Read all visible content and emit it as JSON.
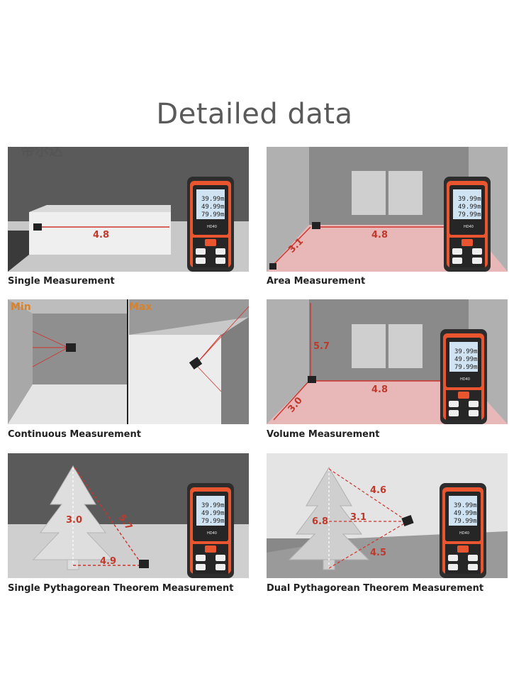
{
  "title": "Detailed data",
  "watermark": "帝尔达",
  "device": {
    "model": "HD40",
    "readings": [
      "39.99m",
      "49.99m",
      "79.99m"
    ],
    "accent_color": "#e8552f",
    "lcd_color": "#cfe3f2"
  },
  "panels": [
    {
      "caption": "Single Measurement",
      "measure": "4.8"
    },
    {
      "caption": "Area Measurement",
      "length": "4.8",
      "width": "3.1"
    },
    {
      "caption": "Continuous Measurement",
      "min_label": "Min",
      "max_label": "Max"
    },
    {
      "caption": "Volume Measurement",
      "height": "5.7",
      "length": "4.8",
      "width": "3.0"
    },
    {
      "caption": "Single Pythagorean Theorem Measurement",
      "height": "3.0",
      "hyp": "5.7",
      "base": "4.9"
    },
    {
      "caption": "Dual Pythagorean Theorem Measurement",
      "height": "6.8",
      "mid": "3.1",
      "top": "4.6",
      "bottom": "4.5"
    }
  ],
  "colors": {
    "laser": "#d0332b",
    "caption": "#222222",
    "title": "#5a5a5a",
    "minmax": "#d9822b"
  }
}
